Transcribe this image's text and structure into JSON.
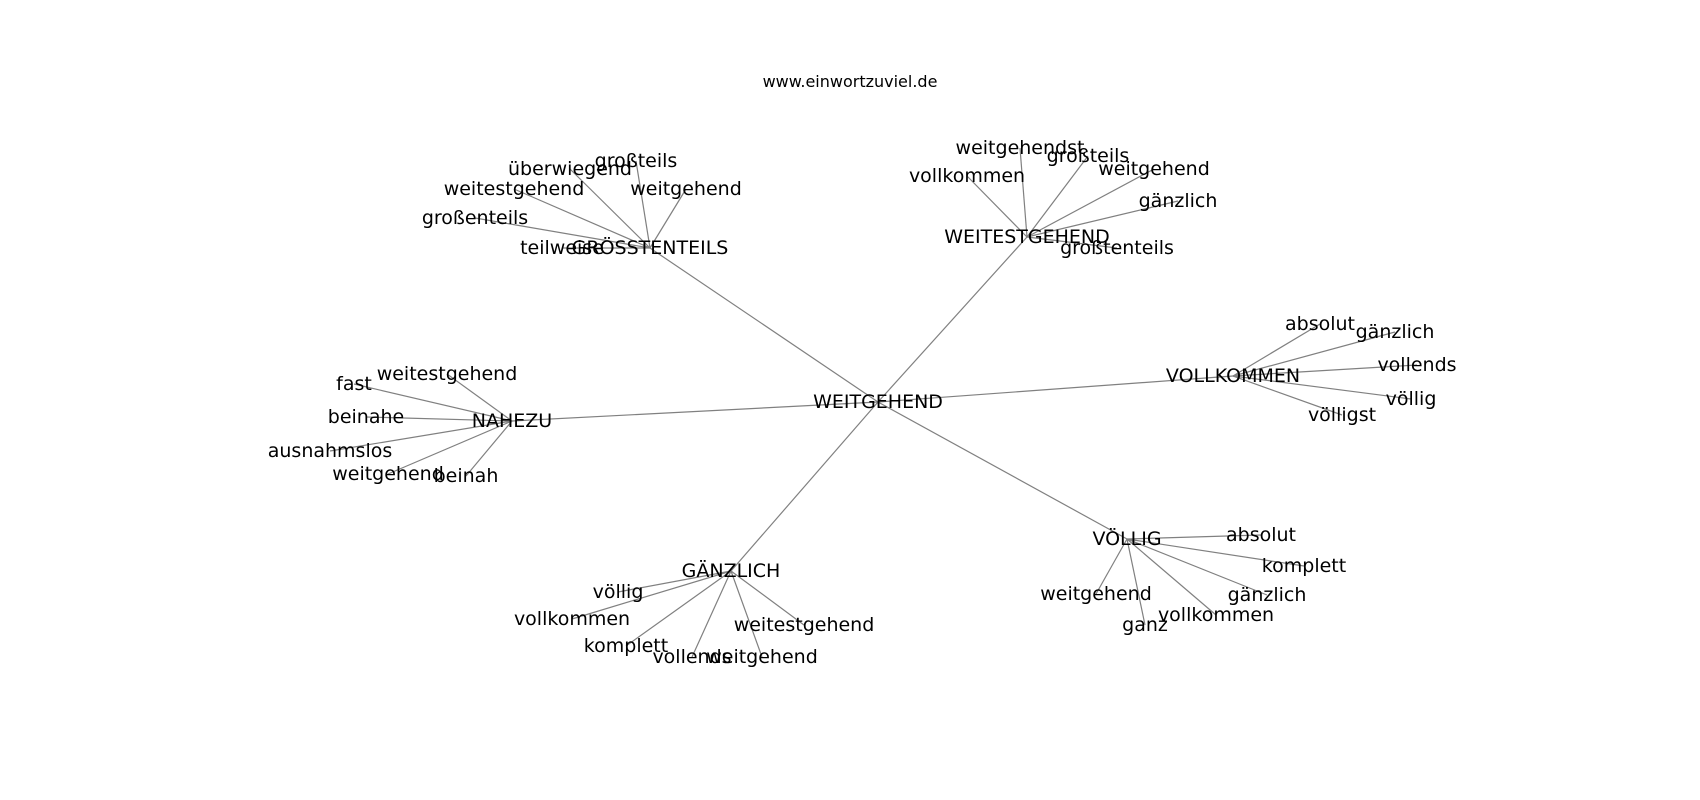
{
  "site": "www.einwortzuviel.de",
  "center": "WEITGEHEND",
  "clusters": [
    {
      "word": "GRÖSSTENTEILS",
      "neighbors": [
        "großteils",
        "überwiegend",
        "weitgehend",
        "weitestgehend",
        "großenteils",
        "teilweise"
      ]
    },
    {
      "word": "WEITESTGEHEND",
      "neighbors": [
        "weitgehendst",
        "großteils",
        "vollkommen",
        "weitgehend",
        "gänzlich",
        "großtenteils"
      ]
    },
    {
      "word": "VOLLKOMMEN",
      "neighbors": [
        "absolut",
        "gänzlich",
        "vollends",
        "völlig",
        "völligst"
      ]
    },
    {
      "word": "NAHEZU",
      "neighbors": [
        "weitestgehend",
        "fast",
        "beinahe",
        "ausnahmslos",
        "weitgehend",
        "beinah"
      ]
    },
    {
      "word": "VÖLLIG",
      "neighbors": [
        "absolut",
        "komplett",
        "gänzlich",
        "vollkommen",
        "weitgehend",
        "ganz"
      ]
    },
    {
      "word": "GÄNZLICH",
      "neighbors": [
        "völlig",
        "vollkommen",
        "komplett",
        "vollends",
        "weitgehend",
        "weitestgehend"
      ]
    }
  ]
}
